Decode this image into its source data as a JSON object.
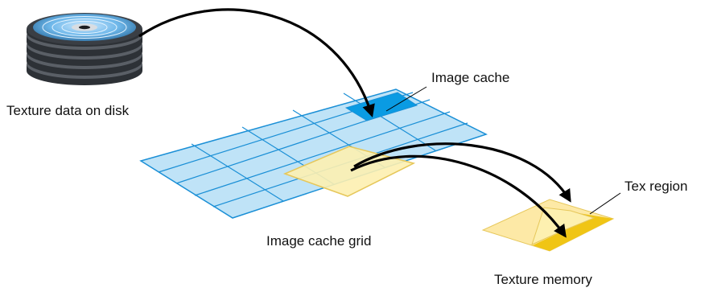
{
  "labels": {
    "disk": "Texture data on disk",
    "image_cache": "Image cache",
    "image_cache_grid": "Image cache grid",
    "tex_region": "Tex region",
    "texture_memory": "Texture memory"
  },
  "colors": {
    "grid_fill": "#bfe3f7",
    "grid_line": "#1a8fd6",
    "cache_cell": "#0a9be3",
    "region_fill": "#fdf0b0",
    "region_stroke": "#e6c75a",
    "tex_memory_fill": "#fde9a6",
    "tex_region_fill": "#f0c515",
    "disk_dark": "#3b3f45",
    "disk_ring": "#4aa9e6",
    "arrow": "#000000"
  }
}
